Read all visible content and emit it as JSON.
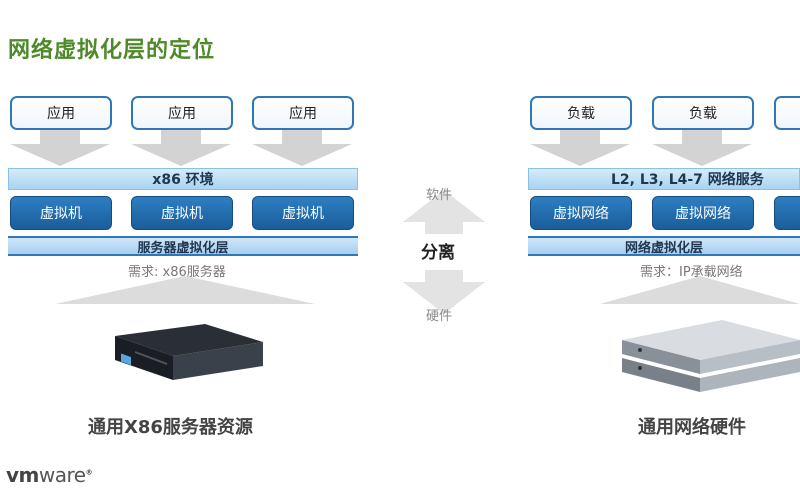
{
  "slide": {
    "title": "网络虚拟化层的定位",
    "logo": "vmware"
  },
  "left": {
    "apps": [
      "应用",
      "应用",
      "应用"
    ],
    "env": "x86 环境",
    "vms": [
      "虚拟机",
      "虚拟机",
      "虚拟机"
    ],
    "layer": "服务器虚拟化层",
    "requirement": "需求: x86服务器",
    "caption": "通用X86服务器资源"
  },
  "right": {
    "loads": [
      "负载",
      "负载"
    ],
    "env": "L2, L3, L4-7 网络服务",
    "vnets": [
      "虚拟网络",
      "虚拟网络"
    ],
    "layer": "网络虚拟化层",
    "requirement": "需求：IP承载网络",
    "caption": "通用网络硬件"
  },
  "middle": {
    "top": "软件",
    "center": "分离",
    "bottom": "硬件"
  },
  "colors": {
    "title_green": "#4e8a2a",
    "box_border_blue": "#2f78b8",
    "vm_blue": "#1f66a8",
    "bar_light_blue": "#b9dcf5",
    "arrow_gray": "#d3d3d3"
  }
}
